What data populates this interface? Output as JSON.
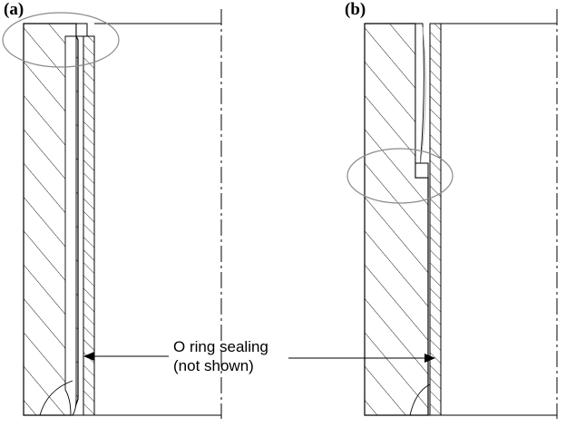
{
  "panels": {
    "a_label": "(a)",
    "b_label": "(b)"
  },
  "annotation": {
    "line1": "O ring sealing",
    "line2": "(not shown)"
  },
  "colors": {
    "outline": "#000000",
    "hatch": "#000000",
    "highlight_ellipse": "#8a8a8a",
    "seal_curve": "#b0b0b0"
  }
}
